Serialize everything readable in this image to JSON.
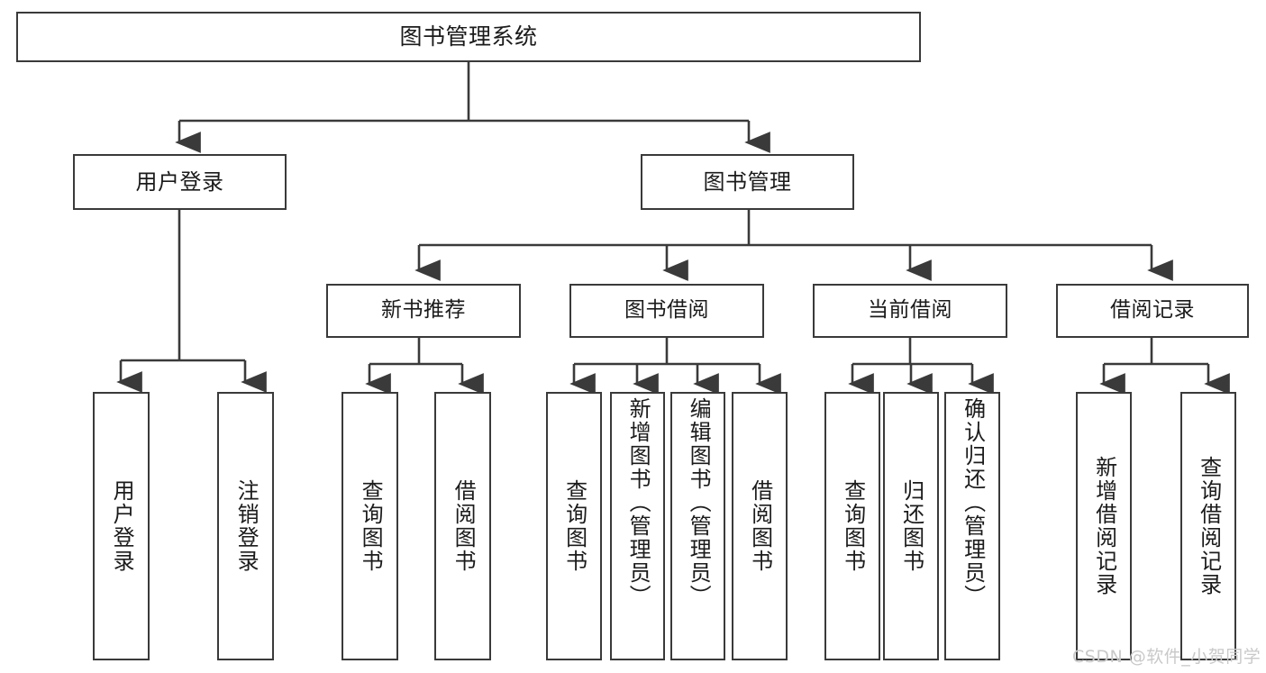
{
  "diagram": {
    "title": "图书管理系统",
    "type": "功能结构图",
    "stroke_color": "#3a3a3a",
    "background_color": "#ffffff",
    "text_color": "#1b1b1b",
    "root": {
      "label": "图书管理系统"
    },
    "level2": [
      {
        "label": "用户登录"
      },
      {
        "label": "图书管理"
      }
    ],
    "level3": [
      {
        "label": "新书推荐"
      },
      {
        "label": "图书借阅"
      },
      {
        "label": "当前借阅"
      },
      {
        "label": "借阅记录"
      }
    ],
    "leaves": {
      "user_login": [
        {
          "label": "用户登录"
        },
        {
          "label": "注销登录"
        }
      ],
      "new_book_recommend": [
        {
          "label": "查询图书"
        },
        {
          "label": "借阅图书"
        }
      ],
      "book_borrow": [
        {
          "label": "查询图书"
        },
        {
          "label": "新增图书（管理员）"
        },
        {
          "label": "编辑图书（管理员）"
        },
        {
          "label": "借阅图书"
        }
      ],
      "current_borrow": [
        {
          "label": "查询图书"
        },
        {
          "label": "归还图书"
        },
        {
          "label": "确认归还（管理员）"
        }
      ],
      "borrow_record": [
        {
          "label": "新增借阅记录"
        },
        {
          "label": "查询借阅记录"
        }
      ]
    }
  },
  "watermark": {
    "text": "CSDN @软件_小贺同学",
    "color": "#c9c9c9"
  }
}
